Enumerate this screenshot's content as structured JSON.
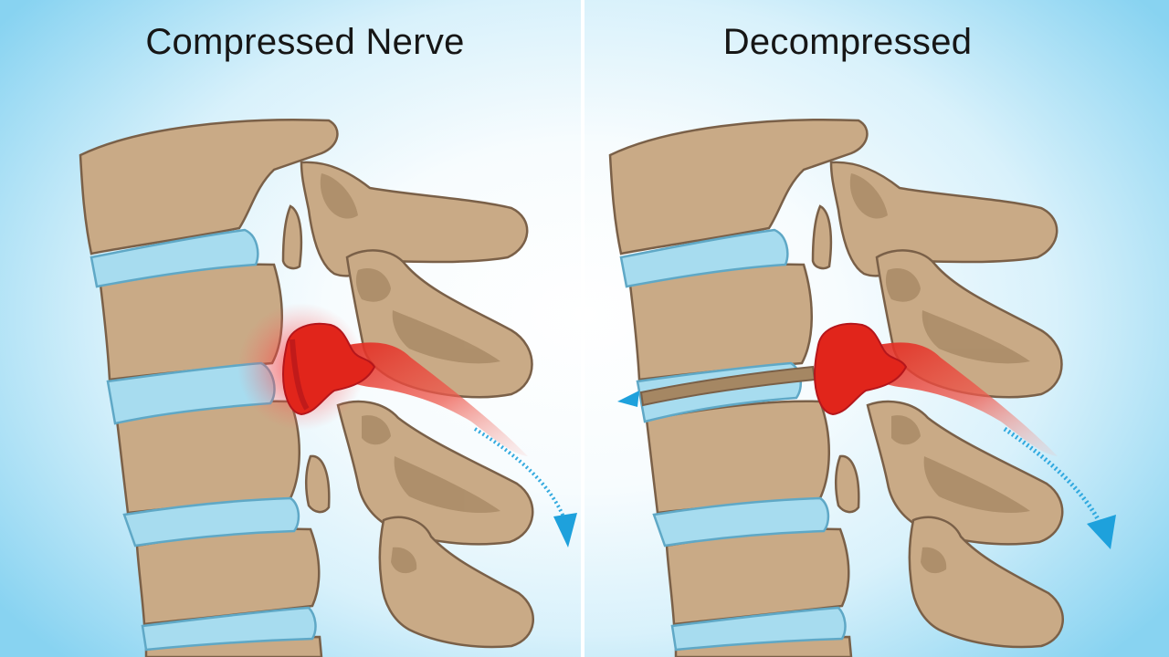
{
  "panels": [
    {
      "id": "compressed",
      "title": "Compressed Nerve"
    },
    {
      "id": "decompressed",
      "title": "Decompressed"
    }
  ],
  "colors": {
    "bone": "#c9aa86",
    "bone_outline": "#7a6048",
    "bone_shadow": "#a58763",
    "disc": "#a7dcef",
    "disc_outline": "#5fa8c6",
    "nerve": "#e1251b",
    "nerve_dark": "#a8121a",
    "flow_arrow": "#1ea1dc",
    "background_edge": "#88d3f1"
  },
  "icons": [
    "vertebra-shape",
    "intervertebral-disc",
    "nerve-root",
    "blue-curved-arrow"
  ]
}
